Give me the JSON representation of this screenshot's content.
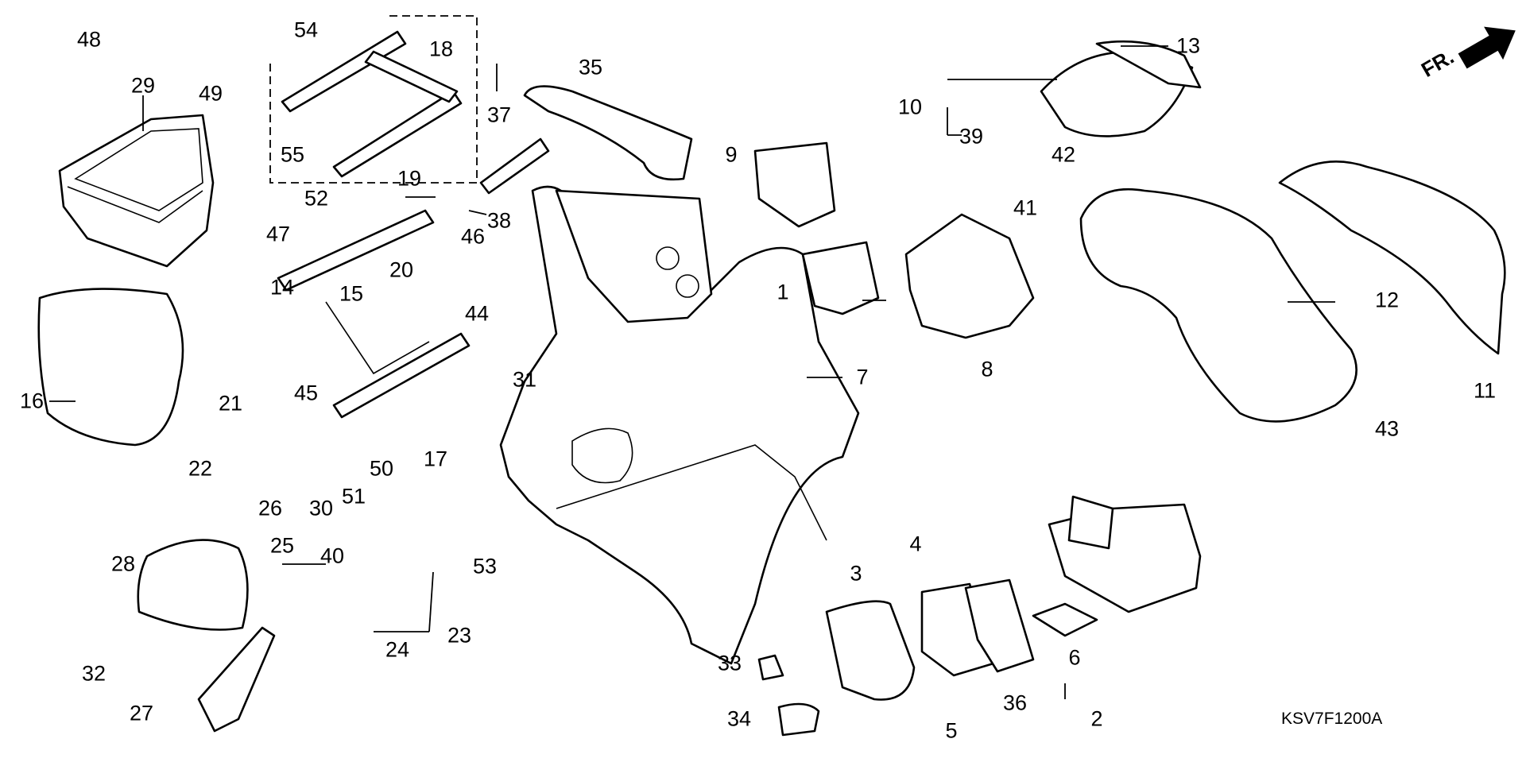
{
  "diagram": {
    "title_code": "KSV7F1200A",
    "direction_marker": "FR.",
    "callouts": [
      {
        "id": "1",
        "label": "1"
      },
      {
        "id": "2",
        "label": "2"
      },
      {
        "id": "3",
        "label": "3"
      },
      {
        "id": "4",
        "label": "4"
      },
      {
        "id": "5",
        "label": "5"
      },
      {
        "id": "6",
        "label": "6"
      },
      {
        "id": "7",
        "label": "7"
      },
      {
        "id": "8",
        "label": "8"
      },
      {
        "id": "9",
        "label": "9"
      },
      {
        "id": "10",
        "label": "10"
      },
      {
        "id": "11",
        "label": "11"
      },
      {
        "id": "12",
        "label": "12"
      },
      {
        "id": "13",
        "label": "13"
      },
      {
        "id": "14",
        "label": "14"
      },
      {
        "id": "15",
        "label": "15"
      },
      {
        "id": "16",
        "label": "16"
      },
      {
        "id": "17",
        "label": "17"
      },
      {
        "id": "18",
        "label": "18"
      },
      {
        "id": "19",
        "label": "19"
      },
      {
        "id": "20",
        "label": "20"
      },
      {
        "id": "21",
        "label": "21"
      },
      {
        "id": "22",
        "label": "22"
      },
      {
        "id": "23",
        "label": "23"
      },
      {
        "id": "24",
        "label": "24"
      },
      {
        "id": "25",
        "label": "25"
      },
      {
        "id": "26",
        "label": "26"
      },
      {
        "id": "27",
        "label": "27"
      },
      {
        "id": "28",
        "label": "28"
      },
      {
        "id": "29",
        "label": "29"
      },
      {
        "id": "30",
        "label": "30"
      },
      {
        "id": "31",
        "label": "31"
      },
      {
        "id": "32",
        "label": "32"
      },
      {
        "id": "33",
        "label": "33"
      },
      {
        "id": "34",
        "label": "34"
      },
      {
        "id": "35",
        "label": "35"
      },
      {
        "id": "36",
        "label": "36"
      },
      {
        "id": "37",
        "label": "37"
      },
      {
        "id": "38",
        "label": "38"
      },
      {
        "id": "39",
        "label": "39"
      },
      {
        "id": "40",
        "label": "40"
      },
      {
        "id": "41",
        "label": "41"
      },
      {
        "id": "42",
        "label": "42"
      },
      {
        "id": "43",
        "label": "43"
      },
      {
        "id": "44",
        "label": "44"
      },
      {
        "id": "45",
        "label": "45"
      },
      {
        "id": "46",
        "label": "46"
      },
      {
        "id": "47",
        "label": "47"
      },
      {
        "id": "48",
        "label": "48"
      },
      {
        "id": "49",
        "label": "49"
      },
      {
        "id": "50",
        "label": "50"
      },
      {
        "id": "51",
        "label": "51"
      },
      {
        "id": "52",
        "label": "52"
      },
      {
        "id": "53",
        "label": "53"
      },
      {
        "id": "54",
        "label": "54"
      },
      {
        "id": "55",
        "label": "55"
      }
    ]
  }
}
